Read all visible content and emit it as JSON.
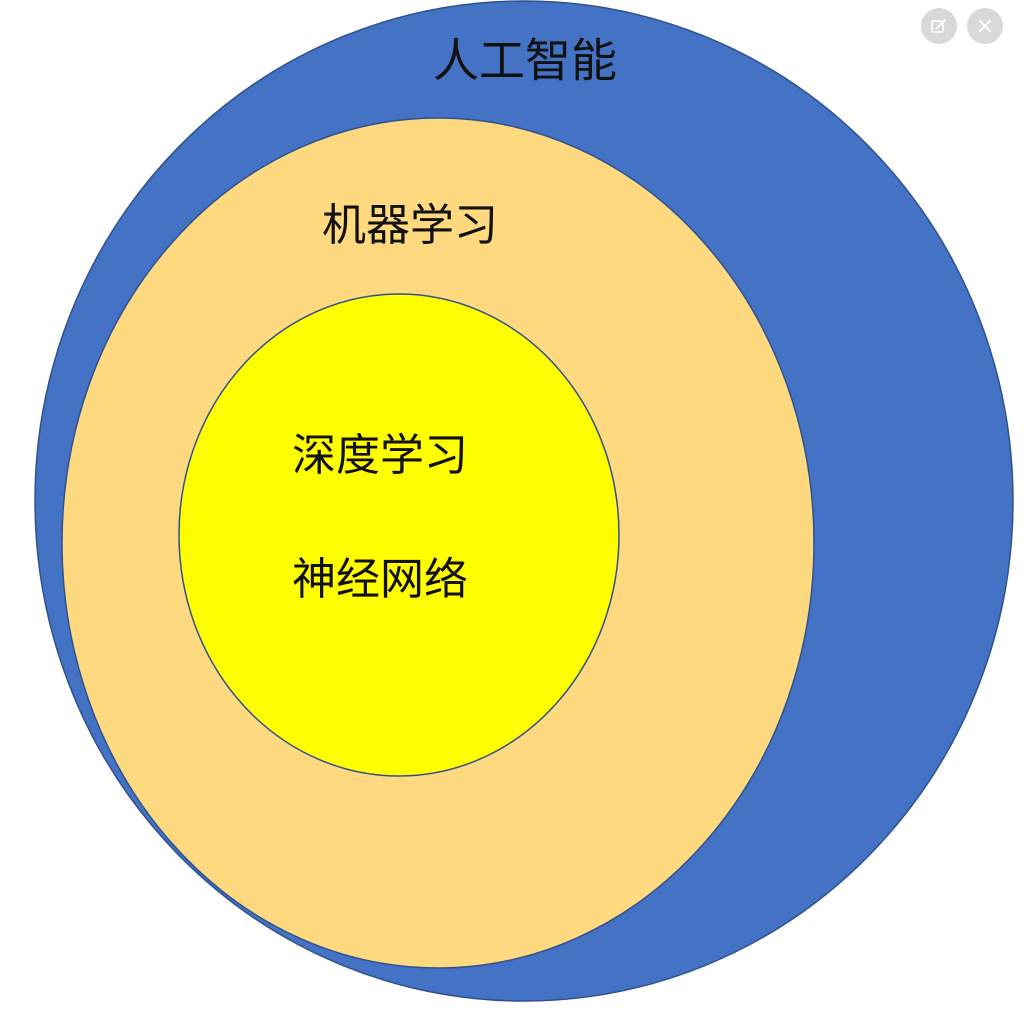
{
  "diagram": {
    "outer_label": "人工智能",
    "middle_label": "机器学习",
    "inner_label_1": "深度学习",
    "inner_label_2": "神经网络"
  },
  "colors": {
    "outer_fill": "#4472C4",
    "middle_fill": "#FFD97F",
    "inner_fill": "#FFFF00",
    "stroke": "#2F528F"
  },
  "controls": {
    "edit_icon": "edit-icon",
    "close_icon": "close-icon"
  }
}
